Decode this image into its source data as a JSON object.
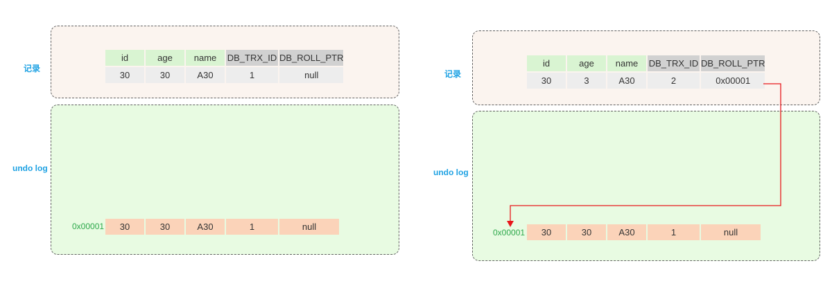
{
  "labels": {
    "record": "记录",
    "undo_log": "undo log"
  },
  "columns": [
    "id",
    "age",
    "name",
    "DB_TRX_ID",
    "DB_ROLL_PTR"
  ],
  "before": {
    "record": [
      "30",
      "30",
      "A30",
      "1",
      "null"
    ],
    "undo_address": "0x00001",
    "undo_row": [
      "30",
      "30",
      "A30",
      "1",
      "null"
    ]
  },
  "after": {
    "record": [
      "30",
      "3",
      "A30",
      "2",
      "0x00001"
    ],
    "undo_address": "0x00001",
    "undo_row": [
      "30",
      "30",
      "A30",
      "1",
      "null"
    ]
  },
  "colors": {
    "label_blue": "#1fa2e3",
    "address_green": "#2ca84a",
    "pointer_red": "#e8161b"
  }
}
